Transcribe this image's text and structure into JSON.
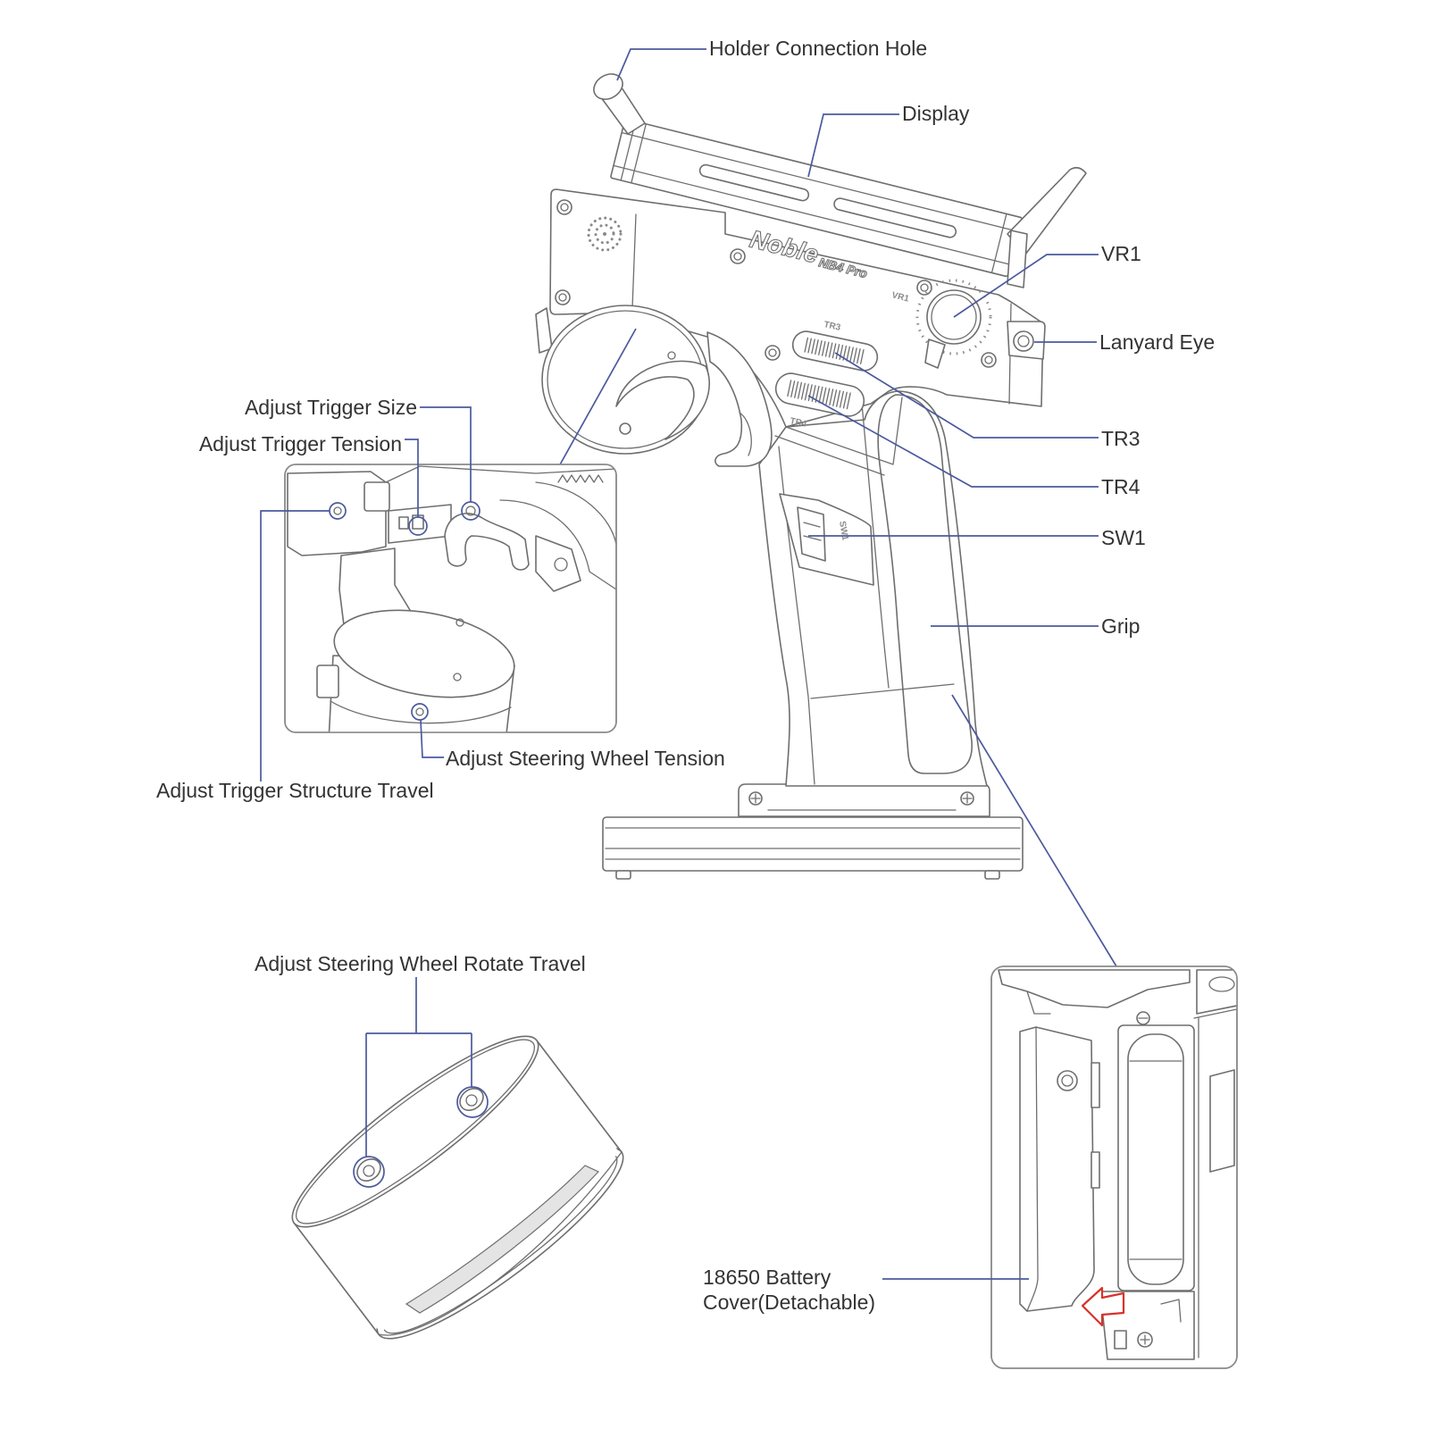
{
  "device": {
    "brand": "Noble",
    "model": "NB4 Pro"
  },
  "panel_markings": {
    "vr1": "VR1",
    "tr3": "TR3",
    "tr4": "TR4",
    "sw1": "SW1"
  },
  "callouts": {
    "holder_connection_hole": "Holder Connection Hole",
    "display": "Display",
    "vr1": "VR1",
    "lanyard_eye": "Lanyard Eye",
    "tr3": "TR3",
    "tr4": "TR4",
    "sw1": "SW1",
    "grip": "Grip",
    "adjust_trigger_size": "Adjust Trigger Size",
    "adjust_trigger_tension": "Adjust Trigger Tension",
    "adjust_trigger_structure_travel": "Adjust Trigger Structure Travel",
    "adjust_steering_wheel_tension": "Adjust Steering Wheel Tension",
    "adjust_steering_wheel_rotate_travel": "Adjust Steering Wheel Rotate Travel",
    "battery_cover": [
      "18650 Battery",
      "Cover(Detachable)"
    ]
  },
  "colors": {
    "leader": "#4b5a9e",
    "outline": "#6e6e6e",
    "label": "#333333",
    "arrow": "#d8322a"
  }
}
